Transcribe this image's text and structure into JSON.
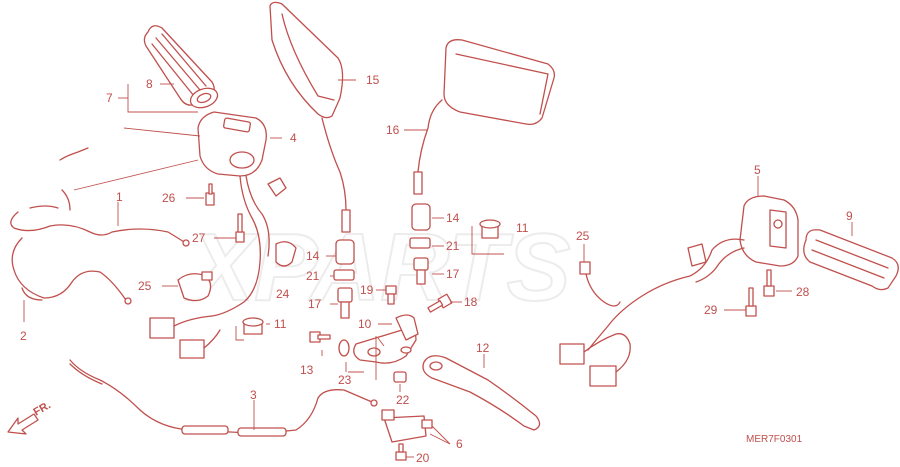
{
  "diagram": {
    "watermark": "XPARTS",
    "direction_label": "FR.",
    "diagram_code": "MER7F0301",
    "accent_color": "#c0504d",
    "callouts": {
      "c1": "1",
      "c2": "2",
      "c3": "3",
      "c4": "4",
      "c5": "5",
      "c6": "6",
      "c7": "7",
      "c8": "8",
      "c9": "9",
      "c10": "10",
      "c11a": "11",
      "c11b": "11",
      "c12": "12",
      "c13": "13",
      "c14a": "14",
      "c14b": "14",
      "c15": "15",
      "c16": "16",
      "c17a": "17",
      "c17b": "17",
      "c18": "18",
      "c19": "19",
      "c20": "20",
      "c21a": "21",
      "c21b": "21",
      "c22": "22",
      "c23": "23",
      "c24": "24",
      "c25a": "25",
      "c25b": "25",
      "c26": "26",
      "c27": "27",
      "c28": "28",
      "c29": "29"
    }
  }
}
